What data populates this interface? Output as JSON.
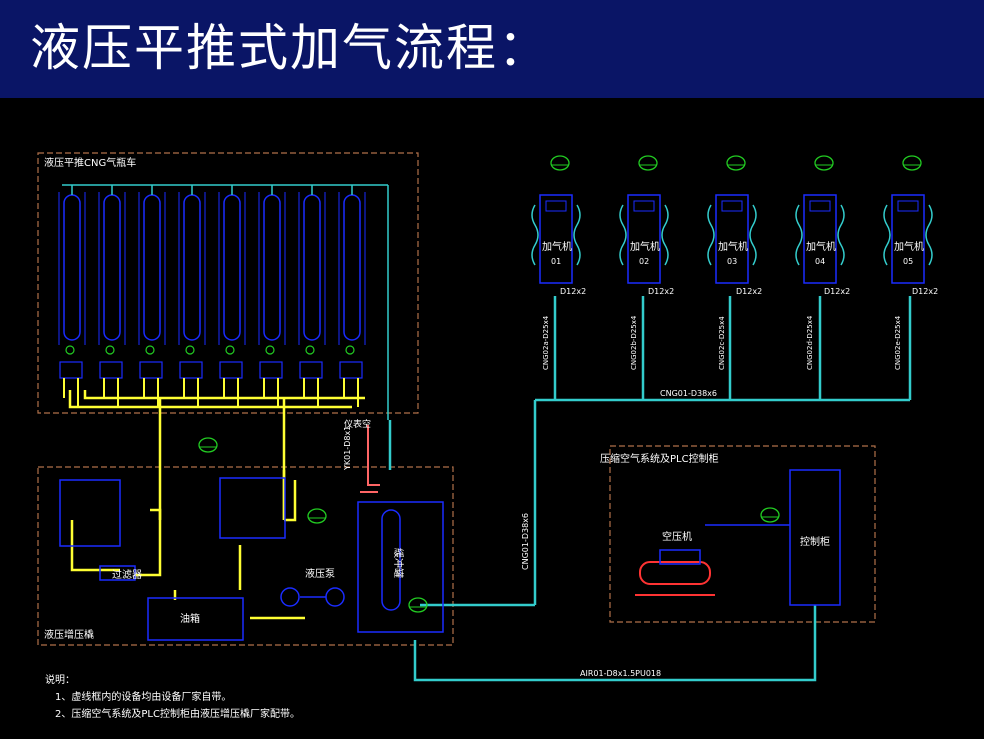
{
  "title": "液压平推式加气流程：",
  "groups": {
    "trailer": "液压平推CNG气瓶车",
    "station": "液压增压橇",
    "air_system": "压缩空气系统及PLC控制柜"
  },
  "labels": {
    "filter": "过滤器",
    "oil_tank": "油箱",
    "pump": "液压泵",
    "cooler": "緩冲罐",
    "air_compressor": "空压机",
    "control_cabinet": "控制柜",
    "instrument_air": "仪表空",
    "pipe_main": "CNG01-D38x6",
    "pipe_vertical": "CNG01-D38x6",
    "pipe_hydraulic": "AIR01-D8x1.5PU018",
    "pipe_air": "YK01-D8x1"
  },
  "dispensers": [
    {
      "label": "加气机",
      "id": "01",
      "pipe": "D12x2",
      "riser": "CNG02a-D25x4"
    },
    {
      "label": "加气机",
      "id": "02",
      "pipe": "D12x2",
      "riser": "CNG02b-D25x4"
    },
    {
      "label": "加气机",
      "id": "03",
      "pipe": "D12x2",
      "riser": "CNG02c-D25x4"
    },
    {
      "label": "加气机",
      "id": "04",
      "pipe": "D12x2",
      "riser": "CNG02d-D25x4"
    },
    {
      "label": "加气机",
      "id": "05",
      "pipe": "D12x2",
      "riser": "CNG02e-D25x4"
    }
  ],
  "notes": {
    "heading": "说明：",
    "items": [
      "1、虚线框内的设备均由设备厂家自带。",
      "2、压缩空气系统及PLC控制柜由液压增压橇厂家配带。"
    ]
  },
  "colors": {
    "background": "#000000",
    "title_bar": "#0a1566",
    "cng_pipe": "#33cccc",
    "hydraulic": "#ffff33",
    "equipment": "#1a2cff",
    "group_box": "#b0704a",
    "air_pipe": "#ff6666",
    "gas_symbol": "#22cc22"
  }
}
